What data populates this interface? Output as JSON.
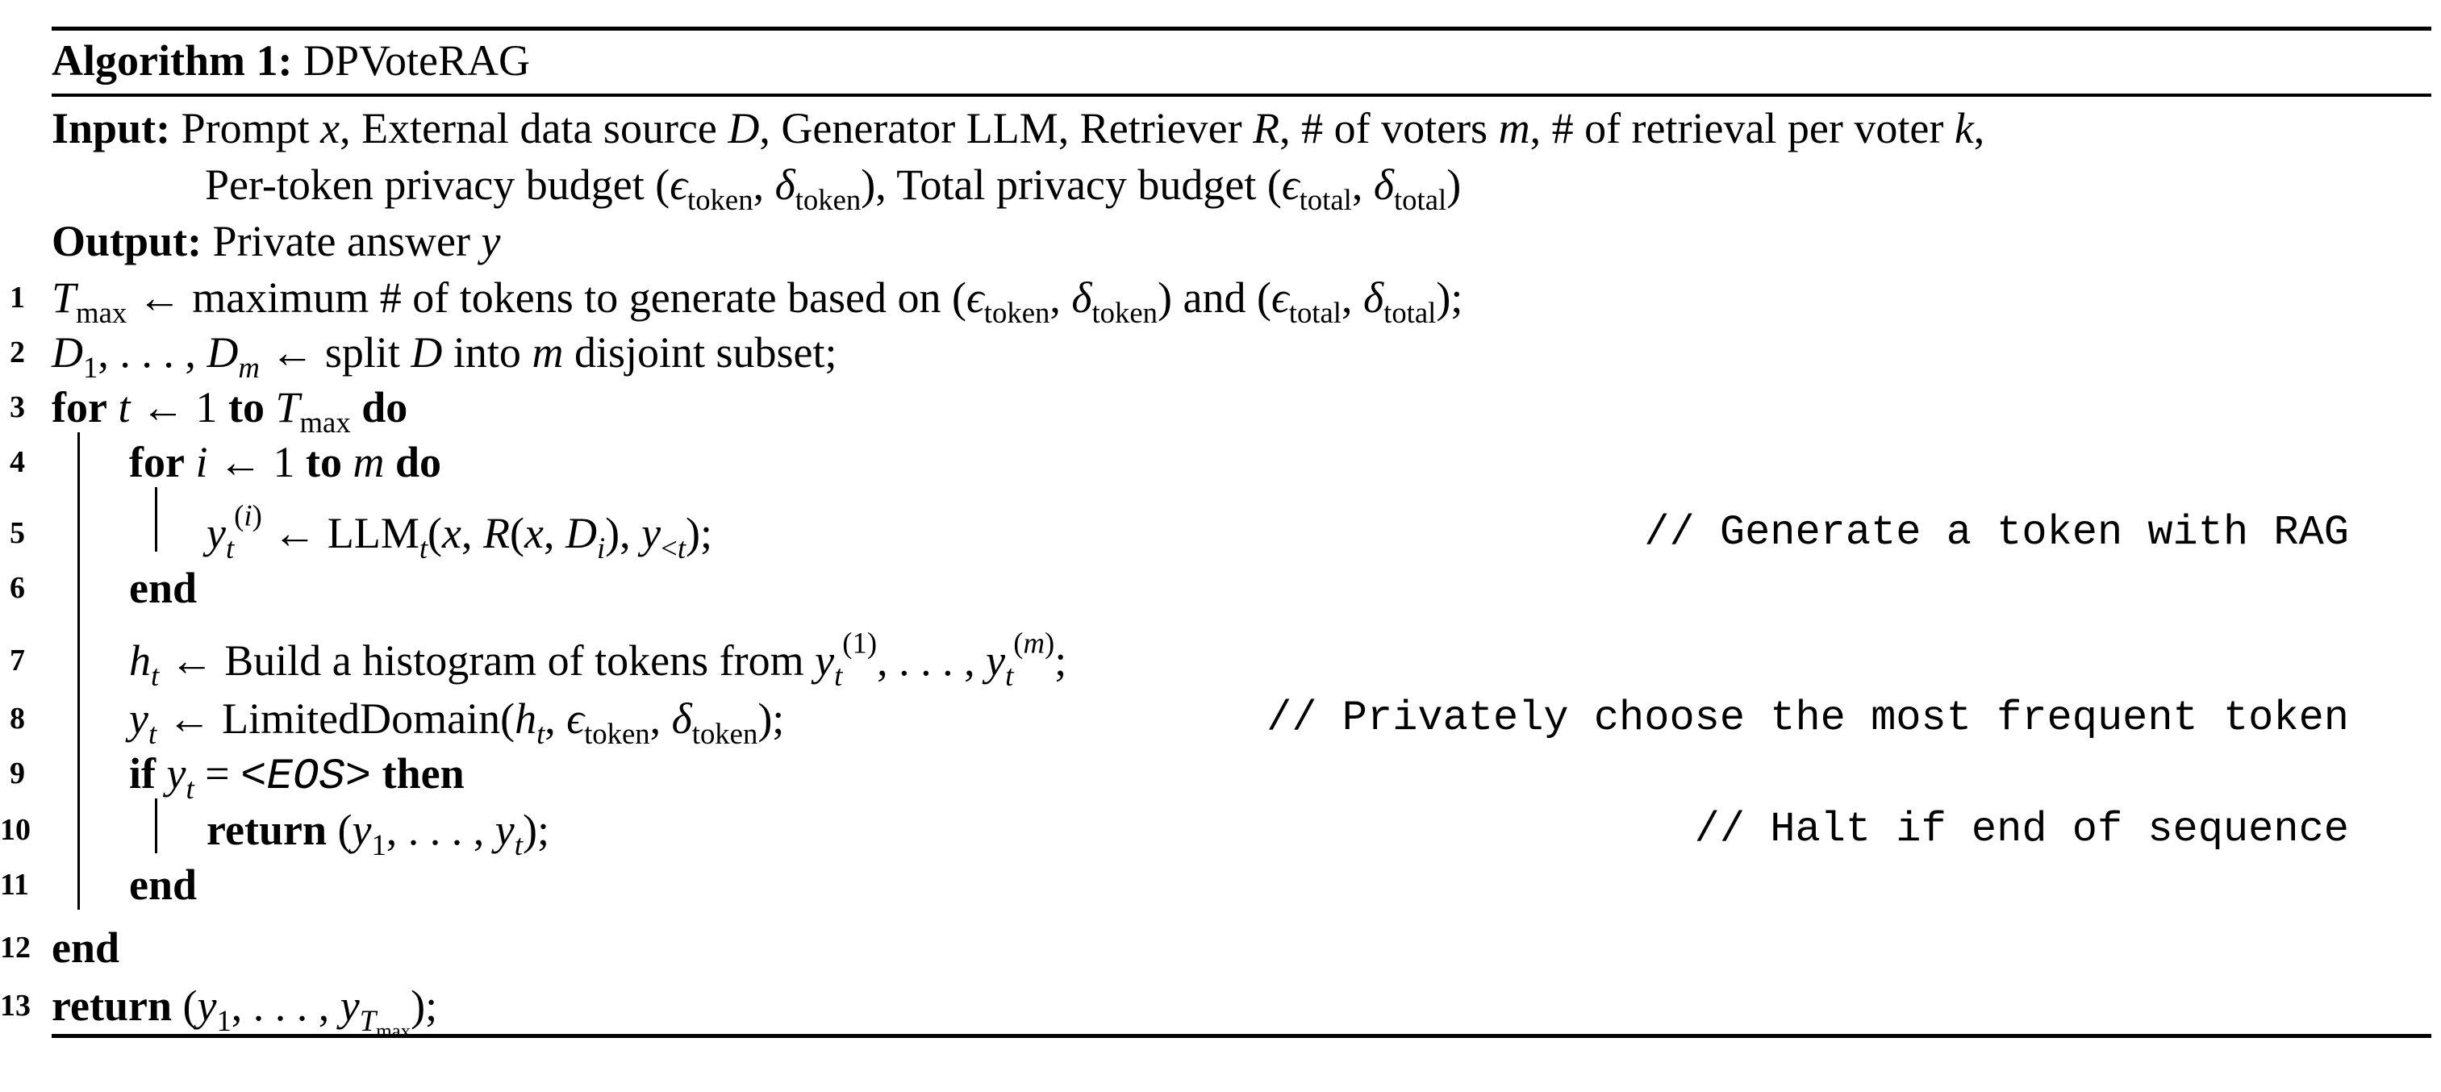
{
  "algorithm": {
    "label": "Algorithm 1:",
    "name": "DPVoteRAG"
  },
  "input": {
    "label": "Input:",
    "line1": "Prompt x, External data source D, Generator LLM, Retriever R, # of voters m, # of retrieval per voter k,",
    "line2": "Per-token privacy budget (ϵtoken, δtoken), Total privacy budget (ϵtotal, δtotal)"
  },
  "output": {
    "label": "Output:",
    "text": "Private answer y"
  },
  "steps": [
    {
      "num": "1",
      "text": "Tmax ← maximum # of tokens to generate based on (ϵtoken, δtoken) and (ϵtotal, δtotal);"
    },
    {
      "num": "2",
      "text": "D1, . . . , Dm ← split D into m disjoint subset;"
    },
    {
      "num": "3",
      "text": "for t ← 1 to Tmax do"
    },
    {
      "num": "4",
      "text": "for i ← 1 to m do"
    },
    {
      "num": "5",
      "text": "yt(i) ← LLMt(x, R(x, Di), y<t);",
      "comment": "// Generate a token with RAG"
    },
    {
      "num": "6",
      "text": "end"
    },
    {
      "num": "7",
      "text": "ht ← Build a histogram of tokens from yt(1), . . . , yt(m);"
    },
    {
      "num": "8",
      "text": "yt ← LimitedDomain(ht, ϵtoken, δtoken);",
      "comment": "// Privately choose the most frequent token"
    },
    {
      "num": "9",
      "text": "if yt = <EOS> then"
    },
    {
      "num": "10",
      "text": "return (y1, . . . , yt);",
      "comment": "// Halt if end of sequence"
    },
    {
      "num": "11",
      "text": "end"
    },
    {
      "num": "12",
      "text": "end"
    },
    {
      "num": "13",
      "text": "return (y1, . . . , yTmax);"
    }
  ]
}
